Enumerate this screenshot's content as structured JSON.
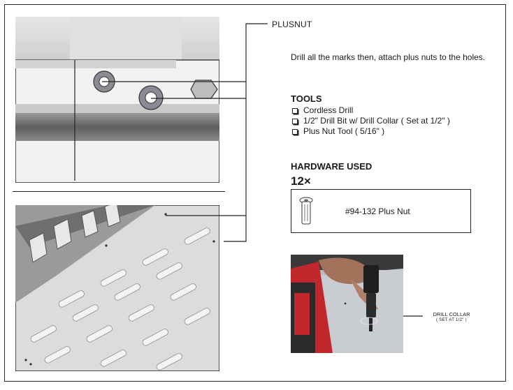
{
  "callout": {
    "label": "PLUSNUT"
  },
  "instruction": "Drill all the marks then, attach plus nuts to the holes.",
  "tools": {
    "heading": "TOOLS",
    "items": [
      "Cordless Drill",
      "1/2\" Drill Bit w/ Drill Collar ( Set at 1/2\" )",
      "Plus Nut Tool  ( 5/16\" )"
    ]
  },
  "hardware": {
    "heading": "HARDWARE USED",
    "quantity": "12×",
    "part": "#94-132 Plus Nut"
  },
  "photo_callout": {
    "line1": "DRILL COLLAR",
    "line2": "( SET AT 1/2\" )"
  },
  "colors": {
    "washer": "#8b8b94",
    "panel_dark": "#6f6f6f",
    "panel_light": "#d8d8d8",
    "drill_red": "#c0282e"
  }
}
